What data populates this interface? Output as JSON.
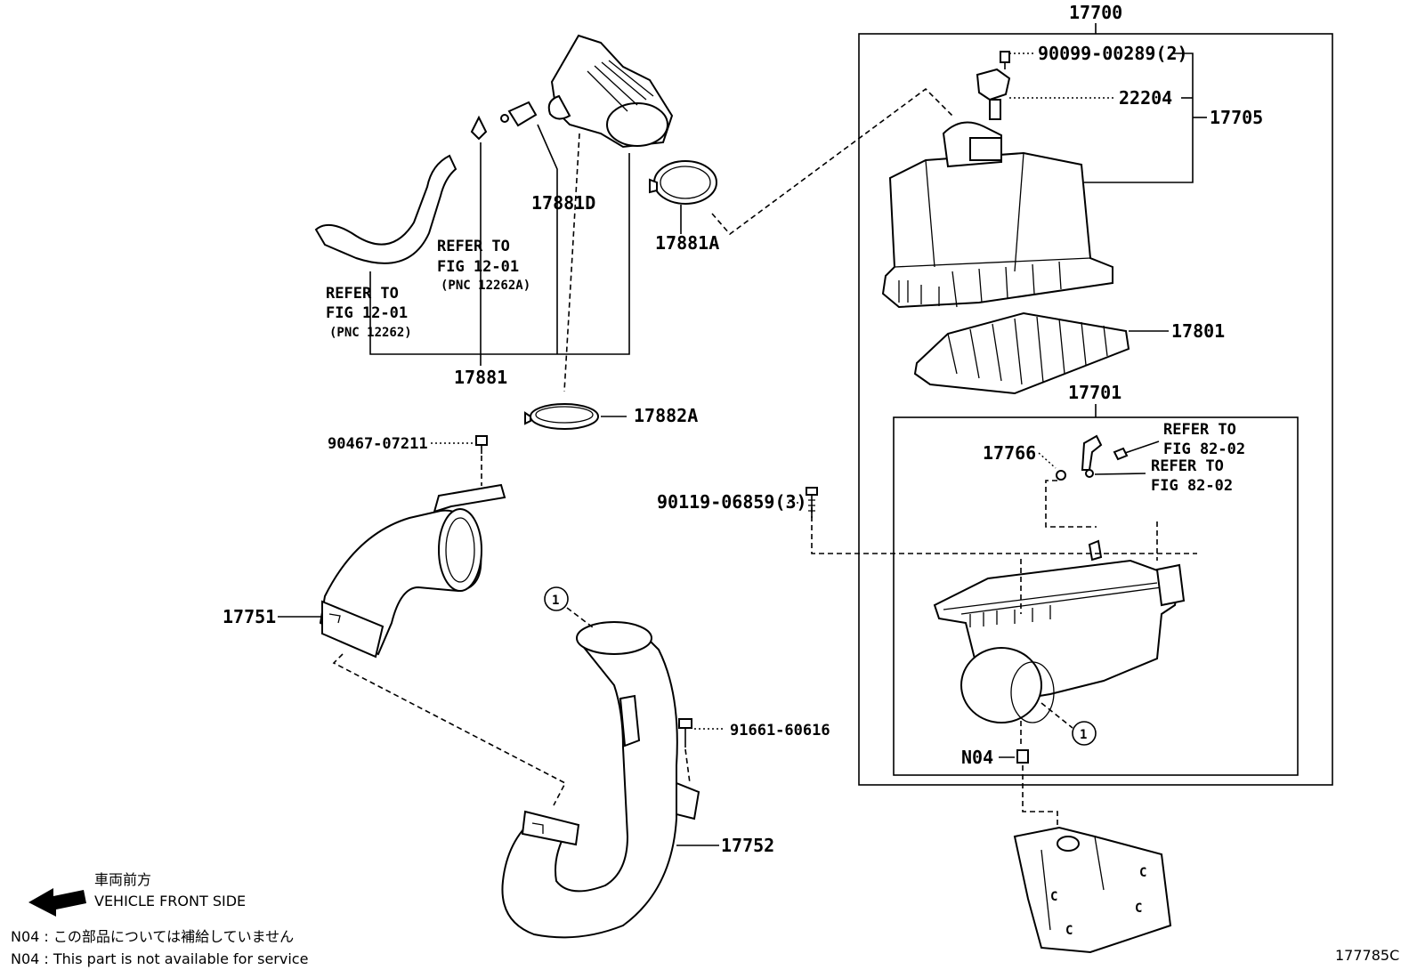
{
  "labels": {
    "p17700": "17700",
    "p90099": "90099-00289(2)",
    "p22204": "22204",
    "p17705": "17705",
    "p17801": "17801",
    "p17701": "17701",
    "p17766": "17766",
    "p90119": "90119-06859(3)",
    "pN04": "N04",
    "p17881D": "17881D",
    "p17881A": "17881A",
    "p17881": "17881",
    "p17882A": "17882A",
    "p90467": "90467-07211",
    "p17751": "17751",
    "p17752": "17752",
    "p91661": "91661-60616",
    "figure_code": "177785C",
    "circle_ref": "1"
  },
  "refer_notes": {
    "fig1201_a": {
      "l1": "REFER TO",
      "l2": "FIG 12-01",
      "l3": "(PNC 12262A)"
    },
    "fig1201_b": {
      "l1": "REFER TO",
      "l2": "FIG 12-01",
      "l3": "(PNC 12262)"
    },
    "fig8202_a": {
      "l1": "REFER TO",
      "l2": "FIG 82-02"
    },
    "fig8202_b": {
      "l1": "REFER TO",
      "l2": "FIG 82-02"
    }
  },
  "legend": {
    "direction_jp": "車両前方",
    "direction_en": "VEHICLE FRONT SIDE",
    "note_jp": "N04 : この部品については補給していません",
    "note_en": "N04 : This part is not available for service",
    "arrow_icon": "arrow-left-icon"
  }
}
